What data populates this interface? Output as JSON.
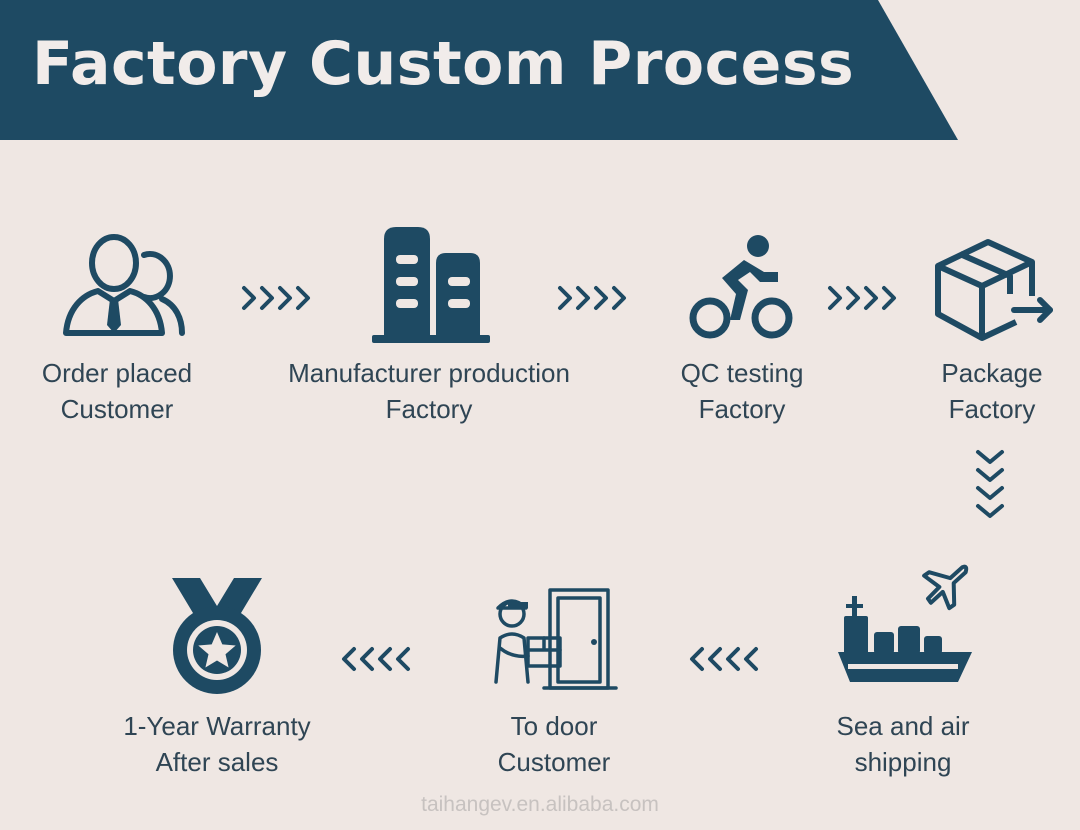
{
  "title": "Factory Custom Process",
  "steps": [
    {
      "line1": "Order placed",
      "line2": "Customer",
      "icon": "customer-icon"
    },
    {
      "line1": "Manufacturer production",
      "line2": "Factory",
      "icon": "factory-buildings-icon"
    },
    {
      "line1": "QC testing",
      "line2": "Factory",
      "icon": "cyclist-icon"
    },
    {
      "line1": "Package",
      "line2": "Factory",
      "icon": "package-box-icon"
    },
    {
      "line1": "Sea and air",
      "line2": "shipping",
      "icon": "ship-plane-icon"
    },
    {
      "line1": "To door",
      "line2": "Customer",
      "icon": "delivery-person-door-icon"
    },
    {
      "line1": "1-Year Warranty",
      "line2": "After sales",
      "icon": "medal-icon"
    }
  ],
  "watermark": "taihangev.en.alibaba.com",
  "colors": {
    "accent": "#1e4a63",
    "background": "#efe7e3",
    "text": "#2f4554"
  }
}
